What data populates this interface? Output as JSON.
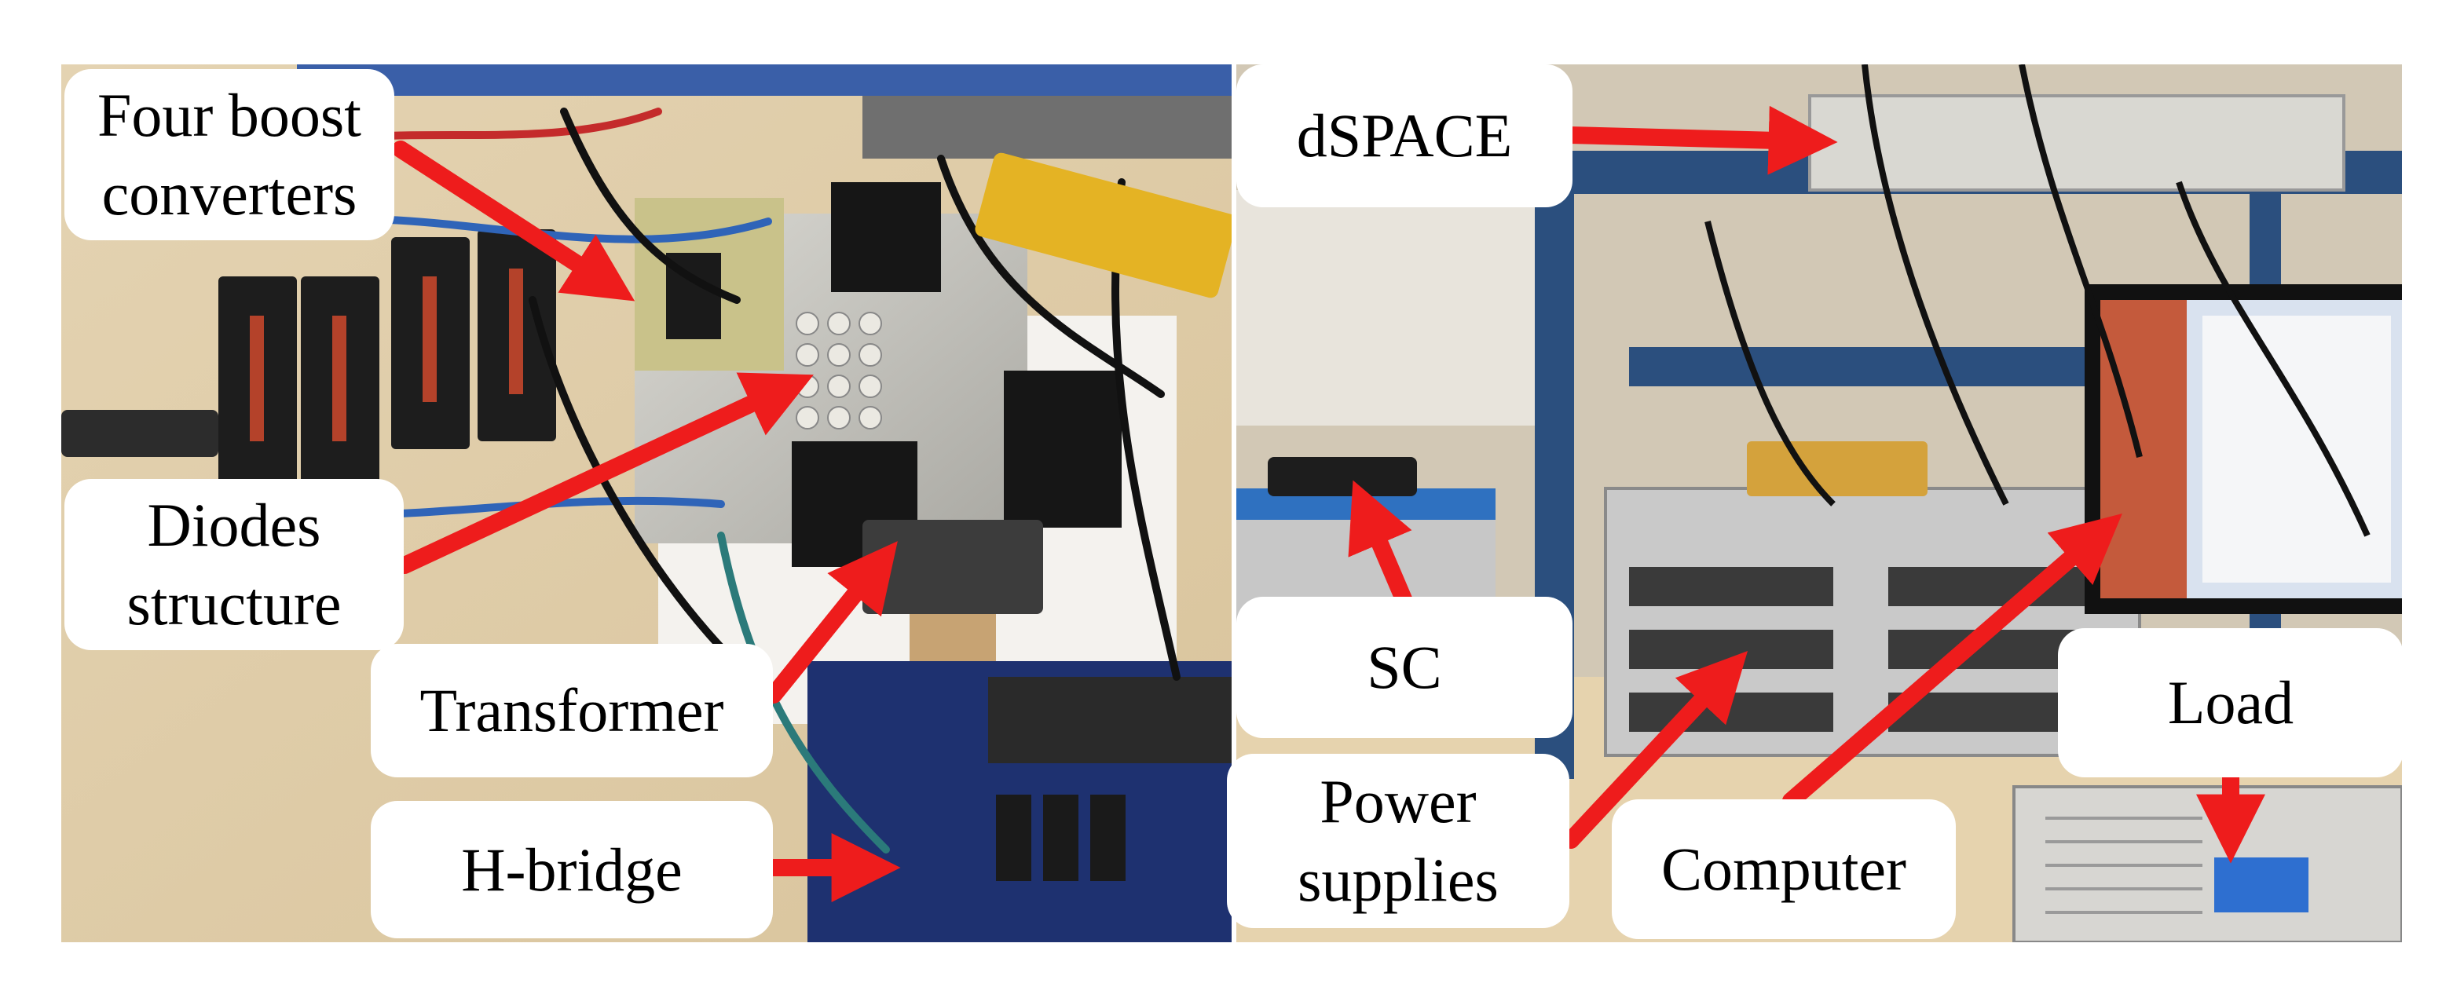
{
  "labels": {
    "four_boost_converters": [
      "Four boost",
      "converters"
    ],
    "diodes_structure": [
      "Diodes",
      "structure"
    ],
    "transformer": "Transformer",
    "h_bridge": "H-bridge",
    "dspace": "dSPACE",
    "sc": "SC",
    "power_supplies": [
      "Power",
      "supplies"
    ],
    "computer": "Computer",
    "load": "Load"
  },
  "colors": {
    "arrow": "#ee1c1c",
    "label_bg": "#ffffff",
    "text": "#000000"
  }
}
